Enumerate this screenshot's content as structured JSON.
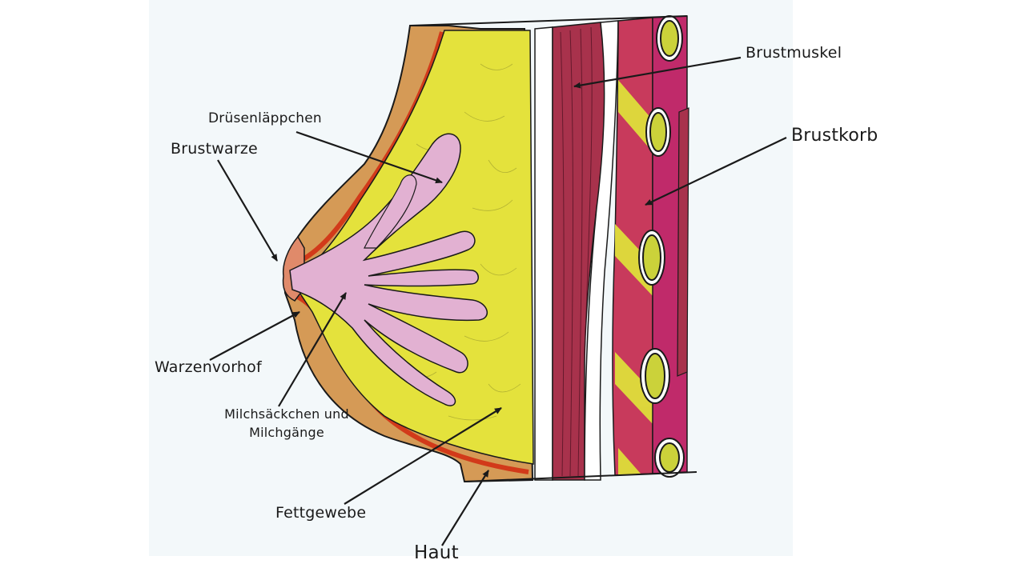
{
  "diagram": {
    "labels": {
      "brustmuskel": "Brustmuskel",
      "druesenlaeppchen": "Drüsenläppchen",
      "brustwarze": "Brustwarze",
      "brustkorb": "Brustkorb",
      "warzenvorhof": "Warzenvorhof",
      "milch_line1": "Milchsäckchen und",
      "milch_line2": "Milchgänge",
      "fettgewebe": "Fettgewebe",
      "haut": "Haut"
    },
    "colors": {
      "skin": "#d59a56",
      "fat": "#e4e23c",
      "gland": "#e2b1d2",
      "muscle": "#a8324c",
      "rib": "#c83a5c",
      "bone": "#cbd23a",
      "outline": "#1a1a1a"
    }
  }
}
